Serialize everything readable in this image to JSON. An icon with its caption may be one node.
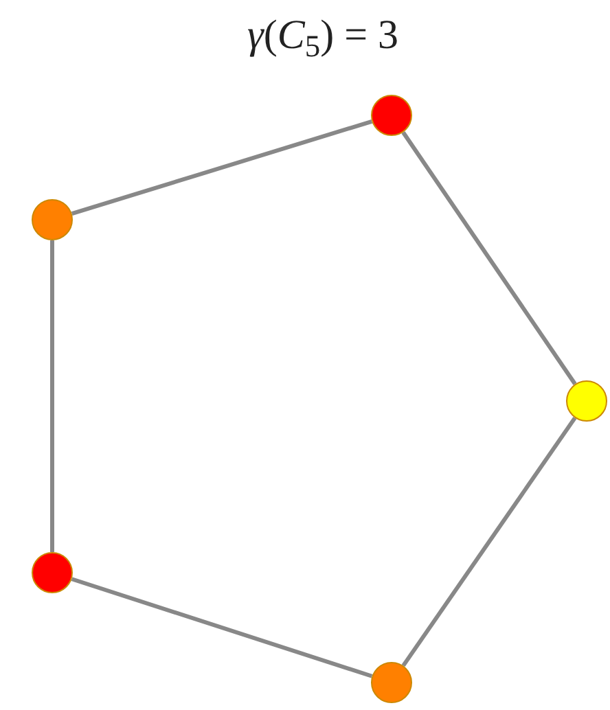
{
  "diagram": {
    "title": "*γ*(*C*$_{5}$) = 3",
    "nodes": [
      {
        "text": [],
        "shape": "circle"
      },
      {
        "text": [],
        "shape": "circle"
      },
      {
        "text": [],
        "shape": "circle"
      },
      {
        "text": [],
        "shape": "circle"
      },
      {
        "text": [],
        "shape": "circle"
      }
    ],
    "edges": [
      {
        "from": 0,
        "to": 1,
        "arrow": "none"
      },
      {
        "from": 1,
        "to": 3,
        "arrow": "none"
      },
      {
        "from": 3,
        "to": 4,
        "arrow": "none"
      },
      {
        "from": 4,
        "to": 2,
        "arrow": "none"
      },
      {
        "from": 2,
        "to": 0,
        "arrow": "none"
      }
    ]
  }
}
